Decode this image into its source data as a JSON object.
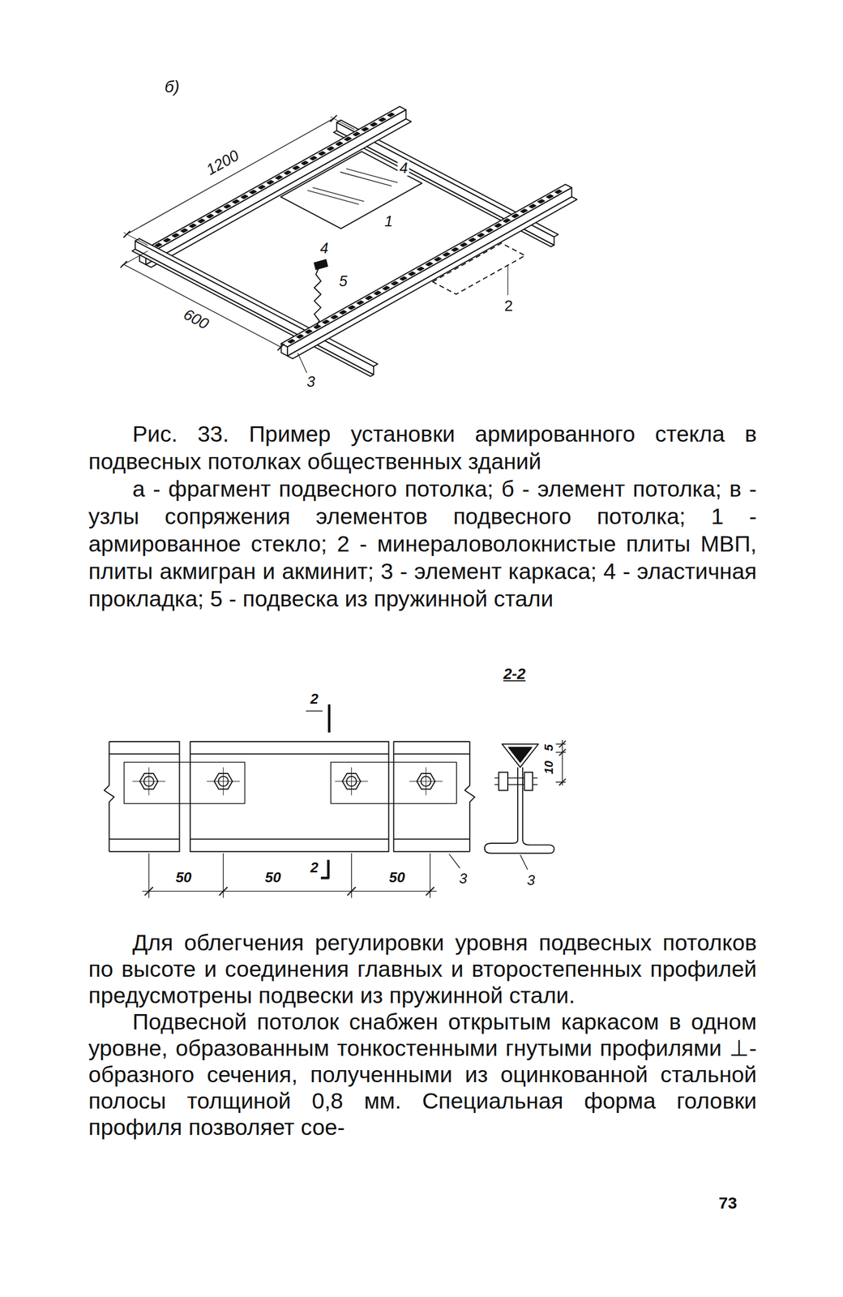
{
  "diagram": {
    "caption": "Рис. 33. Пример установки армированного стекла в подвесных потолках общественных зданий",
    "labels": [
      "б)",
      "1200",
      "4",
      "1",
      "4",
      "5",
      "2",
      "600",
      "3",
      "а - фрагмент подвесного потолка; б - элемент потолка; в - узлы сопряжения элементов подвесного потолка; 1 - армированное стекло; 2 - минераловолокнистые плиты МВП, плиты акмигран и акминит; 3 - элемент каркаса; 4 - эластичная прокладка; 5 - подвеска из пружинной стали",
      "2-2",
      "2",
      "10",
      "5",
      "50",
      "50",
      "2",
      "50",
      "3",
      "3",
      "Для облегчения регулировки уровня подвесных потолков по высоте и соединения главных и второстепенных профилей предусмотрены подвески из пружинной стали.",
      "Подвесной потолок снабжен открытым каркасом в одном уровне, образованным тонкостенными гнутыми профилями ⊥-образного сечения, полученными из оцинкованной стальной полосы толщиной 0,8 мм. Специальная форма головки профиля позволяет сое-",
      "73"
    ]
  }
}
